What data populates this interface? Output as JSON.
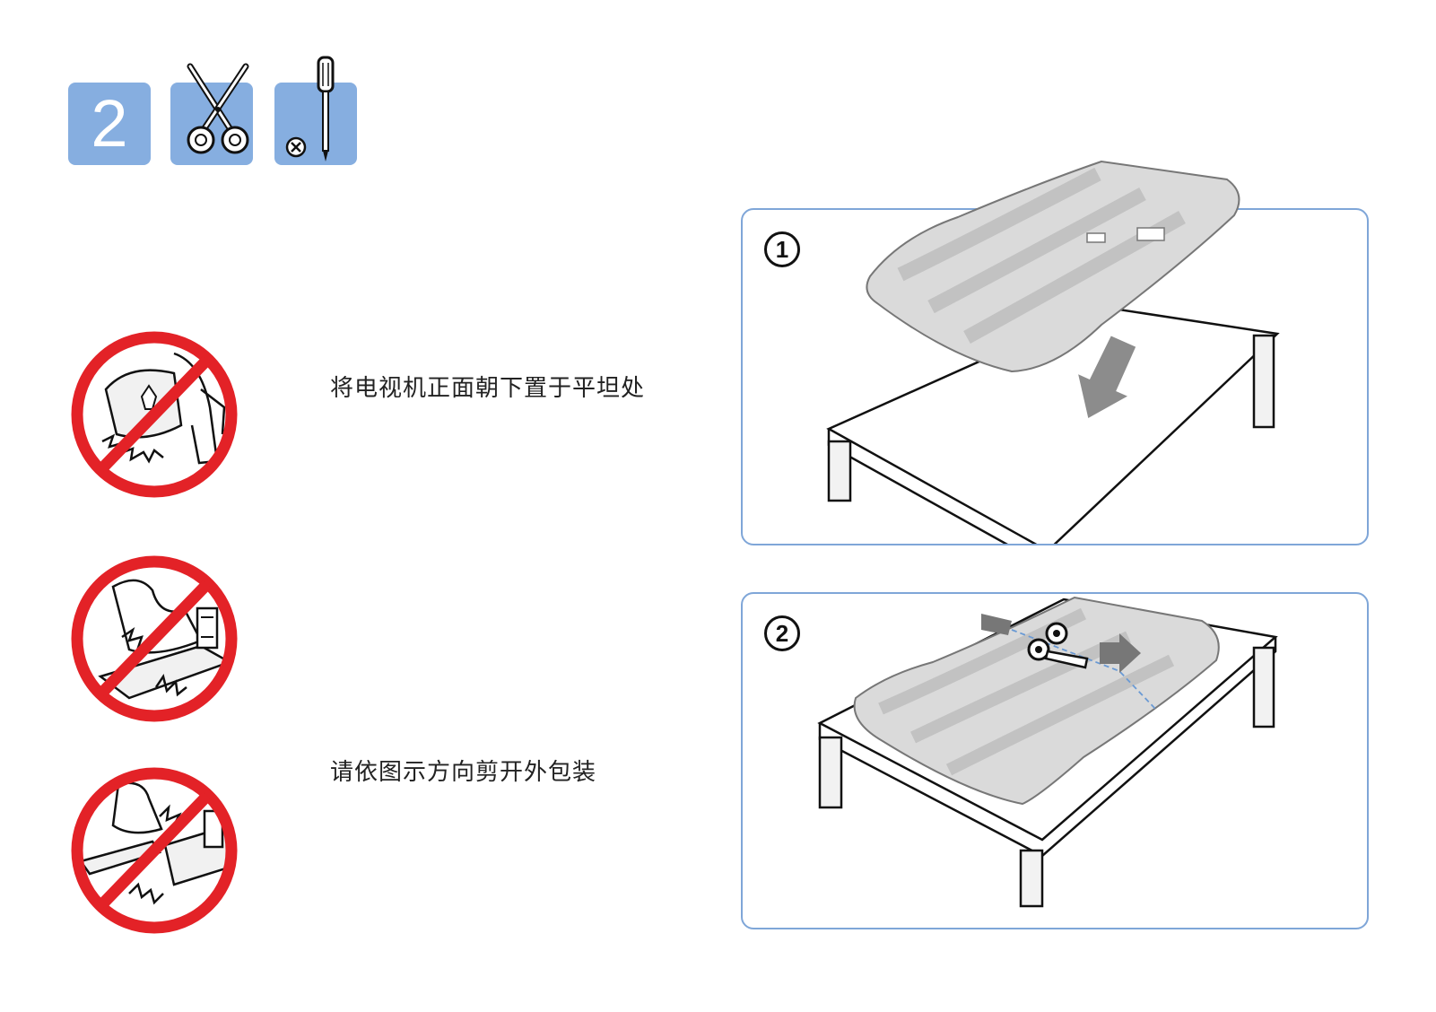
{
  "step": {
    "number": "2",
    "accent_color": "#86aee0"
  },
  "tools": [
    {
      "icon": "scissors-icon"
    },
    {
      "icon": "no-screwdriver-icon"
    }
  ],
  "warnings": [
    {
      "icon": "prohibited-carry-impact-icon",
      "color": "#e32227"
    },
    {
      "icon": "prohibited-tilt-impact-icon",
      "color": "#e32227"
    },
    {
      "icon": "prohibited-drop-impact-icon",
      "color": "#e32227"
    }
  ],
  "instructions": [
    {
      "text": "将电视机正面朝下置于平坦处"
    },
    {
      "text": "请依图示方向剪开外包装"
    }
  ],
  "panels": [
    {
      "number": "1",
      "icon": "tv-placed-face-down-illustration"
    },
    {
      "number": "2",
      "icon": "cut-packaging-illustration"
    }
  ]
}
